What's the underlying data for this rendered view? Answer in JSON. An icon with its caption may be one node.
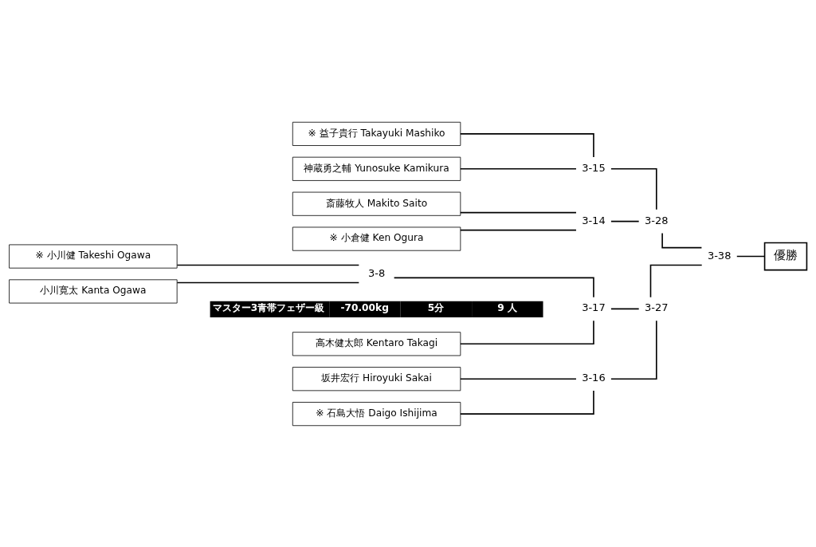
{
  "diagram": {
    "nodes": [
      {
        "text": [
          "高木健太郎 Kentaro Takagi"
        ]
      },
      {
        "text": [
          "※ 小川健 Takeshi Ogawa"
        ]
      },
      {
        "text": [
          "小川寛太 Kanta Ogawa"
        ]
      },
      {
        "text": [
          "※ 石島大悟 Daigo Ishijima"
        ]
      },
      {
        "text": [
          "坂井宏行 Hiroyuki Sakai"
        ]
      },
      {
        "text": [
          "神蔵勇之輔 Yunosuke Kamikura"
        ]
      },
      {
        "text": [
          "※ 益子貴行 Takayuki Mashiko"
        ]
      },
      {
        "text": [
          "※ 小倉健 Ken Ogura"
        ]
      },
      {
        "text": [
          "斎藤牧人 Makito Saito"
        ]
      },
      {
        "text": [
          "3-8"
        ]
      },
      {
        "text": [
          "3-17"
        ]
      },
      {
        "text": [
          "3-16"
        ]
      },
      {
        "text": [
          "3-15"
        ]
      },
      {
        "text": [
          "3-14"
        ]
      },
      {
        "text": [
          "3-27"
        ]
      },
      {
        "text": [
          "3-28"
        ]
      },
      {
        "text": [
          "3-38"
        ]
      },
      {
        "text": [
          "優勝"
        ]
      }
    ],
    "edges": [
      {
        "from": 1,
        "to": 9,
        "arrow": "none"
      },
      {
        "from": 2,
        "to": 9,
        "arrow": "none"
      },
      {
        "from": 0,
        "to": 10,
        "arrow": "none"
      },
      {
        "from": 9,
        "to": 10,
        "arrow": "none"
      },
      {
        "from": 3,
        "to": 11,
        "arrow": "none"
      },
      {
        "from": 4,
        "to": 11,
        "arrow": "none"
      },
      {
        "from": 5,
        "to": 12,
        "arrow": "none"
      },
      {
        "from": 6,
        "to": 12,
        "arrow": "none"
      },
      {
        "from": 7,
        "to": 13,
        "arrow": "none"
      },
      {
        "from": 8,
        "to": 13,
        "arrow": "none"
      },
      {
        "from": 10,
        "to": 14,
        "arrow": "none"
      },
      {
        "from": 11,
        "to": 14,
        "arrow": "none"
      },
      {
        "from": 12,
        "to": 15,
        "arrow": "none"
      },
      {
        "from": 13,
        "to": 15,
        "arrow": "none"
      },
      {
        "from": 14,
        "to": 16,
        "arrow": "none"
      },
      {
        "from": 15,
        "to": 16,
        "arrow": "none"
      },
      {
        "from": 16,
        "to": 17,
        "arrow": "none"
      }
    ],
    "labels": [
      "マスター3青帯フェザー級",
      "-70.00kg",
      "5分",
      "9 人"
    ]
  }
}
